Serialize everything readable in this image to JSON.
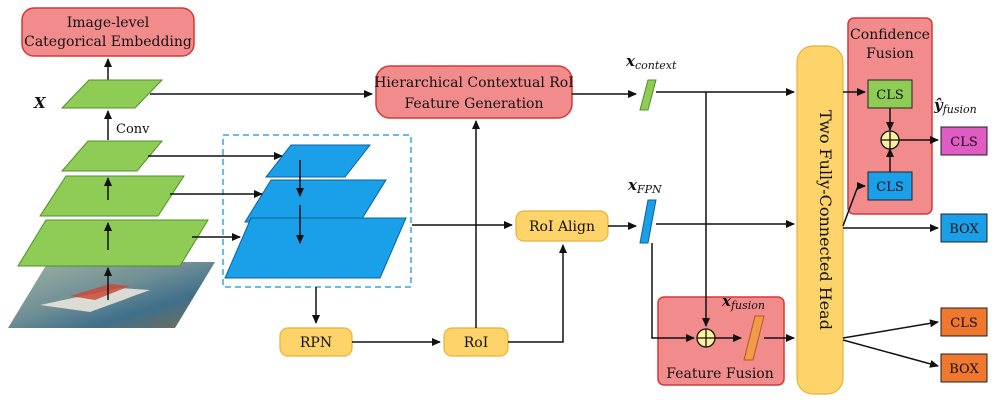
{
  "labels": {
    "embedding_line1": "Image-level",
    "embedding_line2": "Categorical Embedding",
    "x": "X",
    "conv": "Conv",
    "hier_line1": "Hierarchical Contextual RoI",
    "hier_line2": "Feature Generation",
    "rpn": "RPN",
    "roi": "RoI",
    "roi_align": "RoI Align",
    "x_context_main": "x",
    "x_context_sub": "context",
    "x_fpn_main": "x",
    "x_fpn_sub": "FPN",
    "x_fusion_main": "x",
    "x_fusion_sub": "fusion",
    "feature_fusion": "Feature Fusion",
    "fc_head": "Two Fully-Connected Head",
    "conf_line1": "Confidence",
    "conf_line2": "Fusion",
    "cls_top": "CLS",
    "cls_bottom": "CLS",
    "y_fusion_main": "ŷ",
    "y_fusion_sub": "fusion",
    "cls_out": "CLS",
    "box_out": "BOX",
    "cls_out2": "CLS",
    "box_out2": "BOX",
    "plus": "+"
  },
  "colors": {
    "red_fill": "#f28b8b",
    "red_stroke": "#d23a3a",
    "yellow_fill": "#fdd36a",
    "yellow_stroke": "#e8b23a",
    "green_fill": "#8fcc55",
    "green_stroke": "#4f8f2a",
    "blue_fill": "#1aa0e8",
    "blue_stroke": "#0d5fa0",
    "pink_fill": "#e05bc4",
    "orange_fill": "#f0772e",
    "orange_feature": "#f09a4a",
    "dashed": "#3aa6d8"
  }
}
